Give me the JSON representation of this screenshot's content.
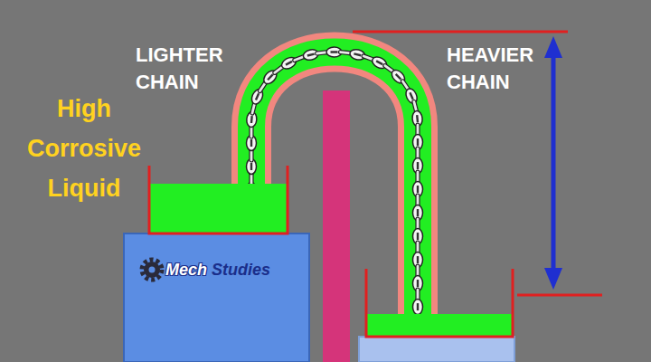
{
  "diagram": {
    "labels": [
      "LIGHTER CHAIN",
      "HEAVIER CHAIN",
      "High Corrosive Liquid",
      "Mech",
      "Studies"
    ]
  }
}
